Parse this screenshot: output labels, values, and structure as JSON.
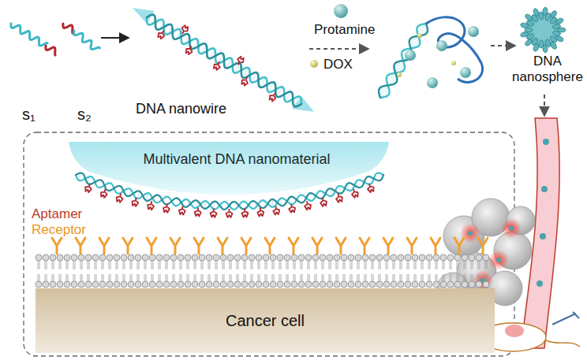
{
  "diagram": {
    "nodes": [
      {
        "text": [
          "Multivalent DNA nanomaterial"
        ]
      },
      {
        "text": [
          "Cancer cell"
        ]
      }
    ],
    "labels": [
      "s₁",
      "s₂",
      "DNA nanowire",
      "Protamine",
      "DOX",
      "DNA nanosphere",
      "Aptamer",
      "Receptor"
    ]
  }
}
